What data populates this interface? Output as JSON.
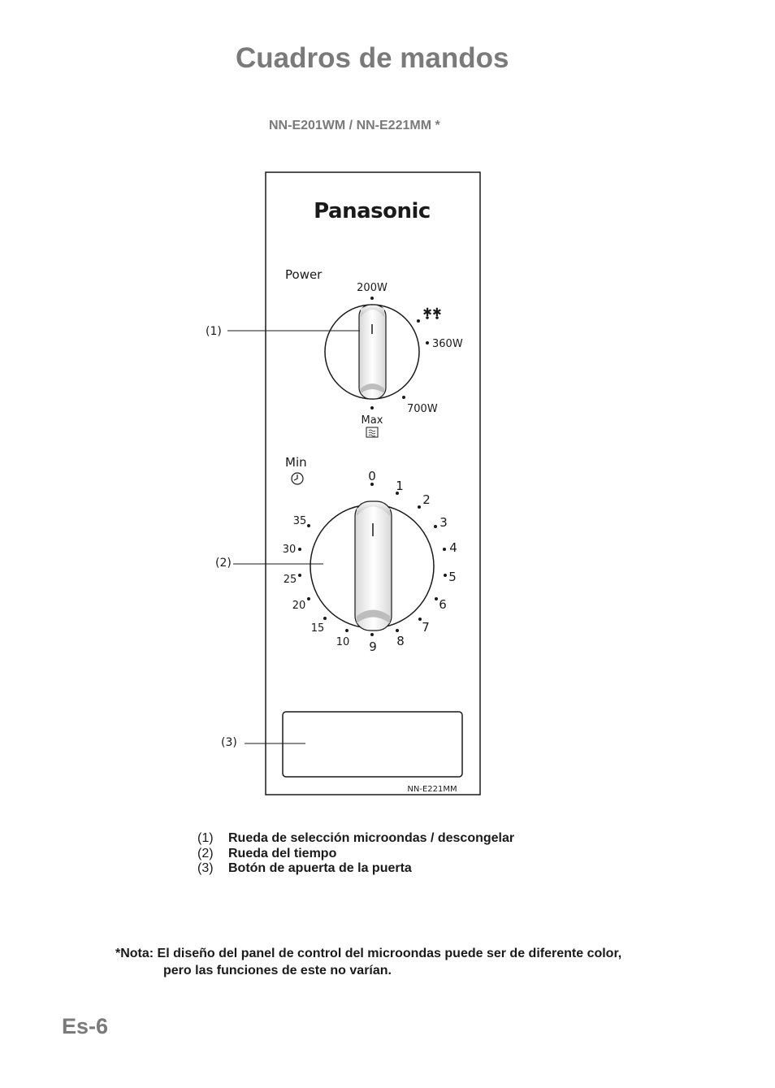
{
  "page": {
    "title": "Cuadros de mandos",
    "model": "NN-E201WM / NN-E221MM *",
    "page_number": "Es-6"
  },
  "panel": {
    "brand": "Panasonic",
    "power_label": "Power",
    "power_marks": [
      "200W",
      "360W",
      "700W",
      "Max"
    ],
    "defrost_icon": "snowflake-droplets-icon",
    "microwave_icon": "microwave-waves-icon",
    "timer_label": "Min",
    "clock_icon": "clock-icon",
    "timer_marks": [
      "0",
      "1",
      "2",
      "3",
      "4",
      "5",
      "6",
      "7",
      "8",
      "9",
      "10",
      "15",
      "20",
      "25",
      "30",
      "35"
    ],
    "footer_model": "NN-E221MM",
    "callouts": [
      "(1)",
      "(2)",
      "(3)"
    ]
  },
  "legend": [
    {
      "num": "(1)",
      "text": "Rueda de selección microondas / descongelar"
    },
    {
      "num": "(2)",
      "text": "Rueda del tiempo"
    },
    {
      "num": "(3)",
      "text": "Botón de apuerta de la puerta"
    }
  ],
  "note": {
    "line1": "*Nota: El diseño del panel de control del microondas puede ser de diferente color,",
    "line2": "pero las funciones de este no varían."
  }
}
